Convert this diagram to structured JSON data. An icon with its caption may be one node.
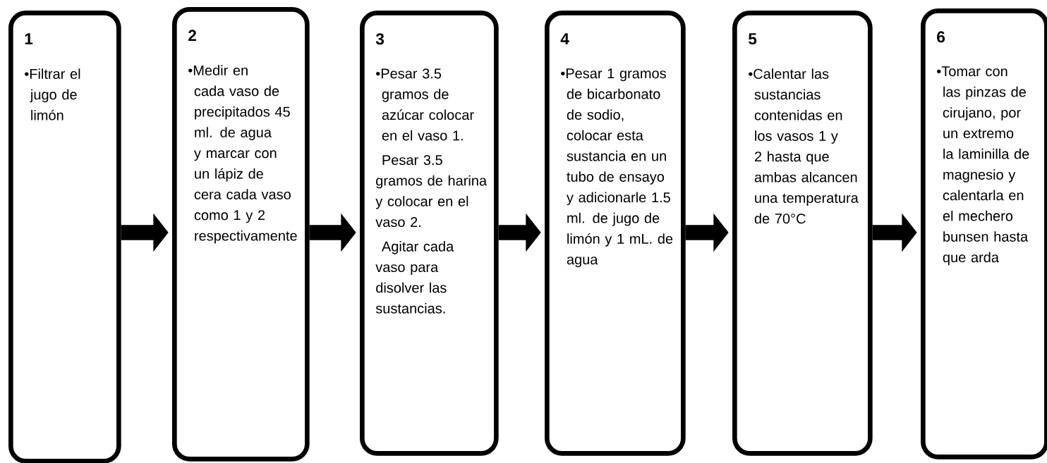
{
  "diagram": {
    "nodes": [
      {
        "text": [
          "1",
          "•Filtrar el jugo de limón"
        ]
      },
      {
        "text": [
          "2",
          "•Medir en cada vaso de precipitados 45 ml. de agua y marcar con un lápiz de cera cada vaso como 1 y 2 respectivamente"
        ]
      },
      {
        "text": [
          "3",
          "•Pesar 3.5 gramos de azúcar colocar en el vaso 1.",
          "Pesar 3.5 gramos de harina y colocar en el vaso 2.",
          "Agitar cada vaso para disolver las sustancias."
        ]
      },
      {
        "text": [
          "4",
          "•Pesar 1 gramos de bicarbonato de sodio, colocar esta sustancia en un tubo de ensayo y adicionarle 1.5 ml. de jugo de limón y 1 mL. de agua"
        ]
      },
      {
        "text": [
          "5",
          "•Calentar las sustancias contenidas en los vasos 1 y 2 hasta que ambas alcancen una temperatura de 70°C"
        ]
      },
      {
        "text": [
          "6",
          "•Tomar con las pinzas de cirujano, por un extremo la laminilla de magnesio y calentarla en el mechero bunsen hasta que arda"
        ]
      }
    ],
    "edges": [
      {
        "from": 0,
        "to": 1,
        "arrow": "to"
      },
      {
        "from": 1,
        "to": 2,
        "arrow": "to"
      },
      {
        "from": 2,
        "to": 3,
        "arrow": "to"
      },
      {
        "from": 3,
        "to": 4,
        "arrow": "to"
      },
      {
        "from": 4,
        "to": 5,
        "arrow": "to"
      }
    ]
  }
}
